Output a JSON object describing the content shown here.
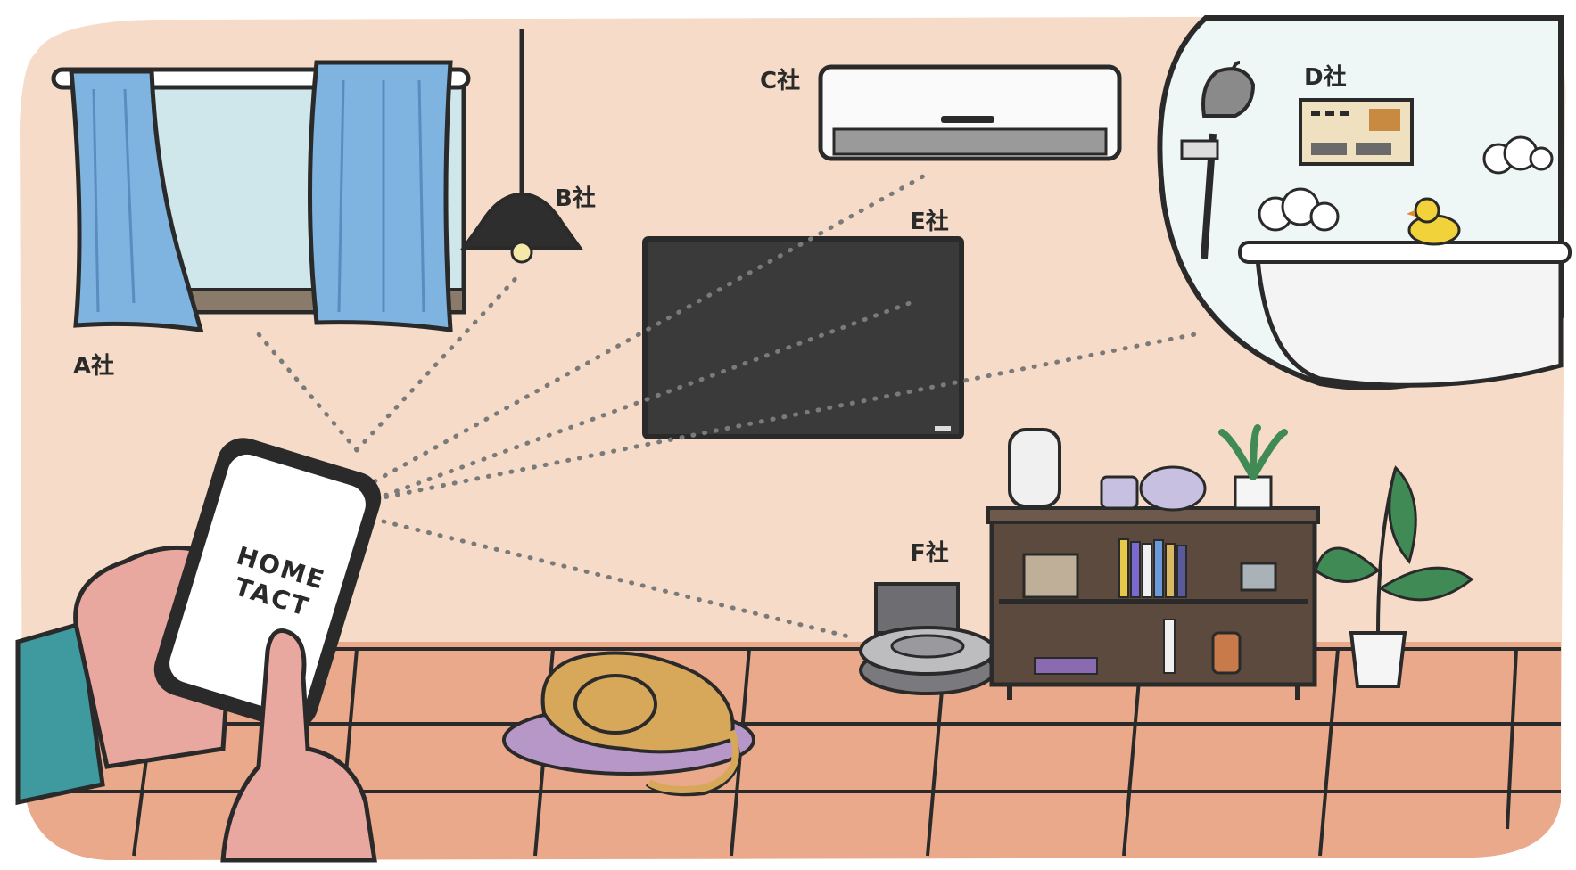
{
  "labels": {
    "company_a": "A社",
    "company_b": "B社",
    "company_c": "C社",
    "company_d": "D社",
    "company_e": "E社",
    "company_f": "F社"
  },
  "phone": {
    "logo_line1": "HOME",
    "logo_line2": "TACT"
  },
  "colors": {
    "wall": "#f6dcc8",
    "floor": "#e9a98a",
    "outline": "#2a2a2a",
    "curtain": "#7fb3e0",
    "window_glass": "#cfe6ea",
    "tv_screen": "#3a3a3a",
    "shelf": "#5c4a3e",
    "dog": "#d8a85a",
    "cushion": "#b796c8",
    "sleeve": "#3f9aa0",
    "hand": "#e8a8a0",
    "duck": "#f2d23a",
    "plant": "#3f8a55"
  },
  "icons": [
    "window-icon",
    "pendant-lamp-icon",
    "air-conditioner-icon",
    "bathroom-icon",
    "television-icon",
    "robot-vacuum-icon",
    "smartphone-icon",
    "dog-icon",
    "shelf-icon",
    "plant-icon"
  ]
}
